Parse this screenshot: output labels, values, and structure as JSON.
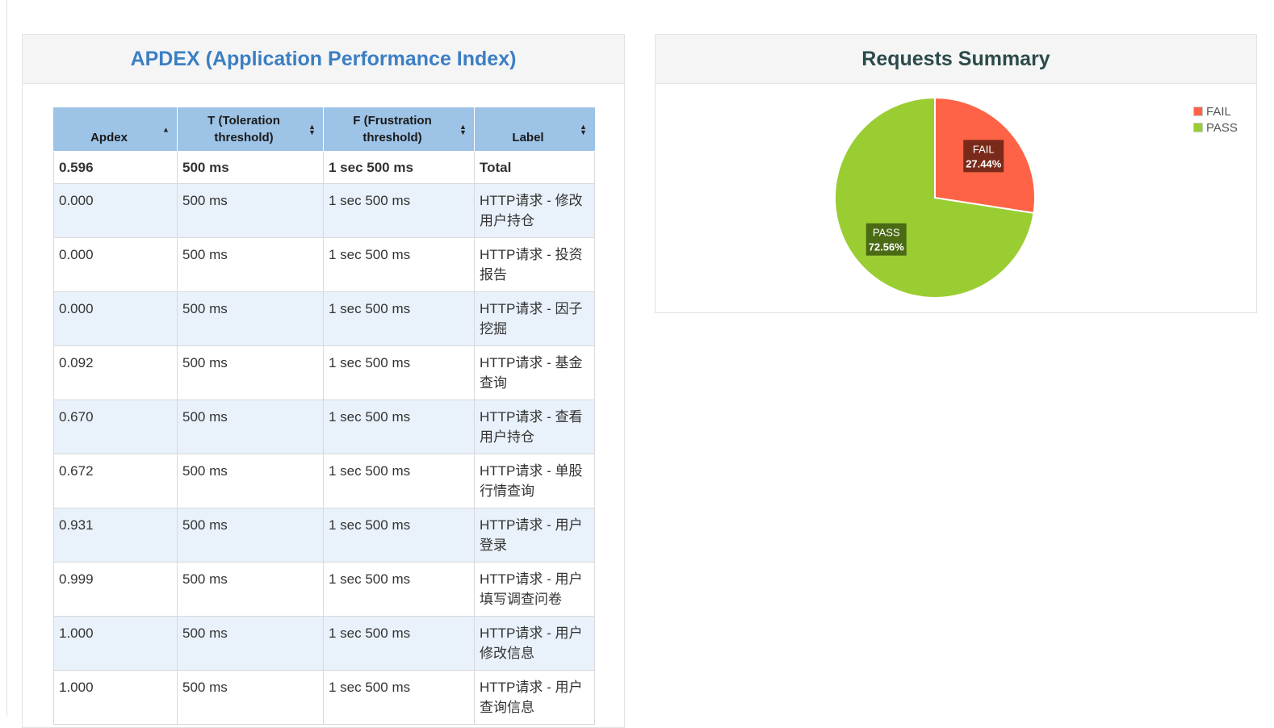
{
  "apdex": {
    "title": "APDEX (Application Performance Index)",
    "columns": [
      {
        "label": "Apdex",
        "sort": "asc"
      },
      {
        "label": "T (Toleration threshold)",
        "sort": "both"
      },
      {
        "label": "F (Frustration threshold)",
        "sort": "both"
      },
      {
        "label": "Label",
        "sort": "both"
      }
    ],
    "total": {
      "apdex": "0.596",
      "t": "500 ms",
      "f": "1 sec 500 ms",
      "label": "Total"
    },
    "rows": [
      {
        "apdex": "0.000",
        "t": "500 ms",
        "f": "1 sec 500 ms",
        "label": "HTTP请求 - 修改用户持仓"
      },
      {
        "apdex": "0.000",
        "t": "500 ms",
        "f": "1 sec 500 ms",
        "label": "HTTP请求 - 投资报告"
      },
      {
        "apdex": "0.000",
        "t": "500 ms",
        "f": "1 sec 500 ms",
        "label": "HTTP请求 - 因子挖掘"
      },
      {
        "apdex": "0.092",
        "t": "500 ms",
        "f": "1 sec 500 ms",
        "label": "HTTP请求 - 基金查询"
      },
      {
        "apdex": "0.670",
        "t": "500 ms",
        "f": "1 sec 500 ms",
        "label": "HTTP请求 - 查看用户持仓"
      },
      {
        "apdex": "0.672",
        "t": "500 ms",
        "f": "1 sec 500 ms",
        "label": "HTTP请求 - 单股行情查询"
      },
      {
        "apdex": "0.931",
        "t": "500 ms",
        "f": "1 sec 500 ms",
        "label": "HTTP请求 - 用户登录"
      },
      {
        "apdex": "0.999",
        "t": "500 ms",
        "f": "1 sec 500 ms",
        "label": "HTTP请求 - 用户填写调查问卷"
      },
      {
        "apdex": "1.000",
        "t": "500 ms",
        "f": "1 sec 500 ms",
        "label": "HTTP请求 - 用户修改信息"
      },
      {
        "apdex": "1.000",
        "t": "500 ms",
        "f": "1 sec 500 ms",
        "label": "HTTP请求 - 用户查询信息"
      }
    ]
  },
  "summary": {
    "title": "Requests Summary"
  },
  "chart_data": {
    "type": "pie",
    "categories": [
      "FAIL",
      "PASS"
    ],
    "values": [
      27.44,
      72.56
    ],
    "value_labels": [
      "27.44%",
      "72.56%"
    ],
    "colors": [
      "#ff6347",
      "#9acd32"
    ],
    "label_box_colors": [
      "#7a2a1a",
      "#4a6a14"
    ],
    "legend": {
      "placement": "top-right",
      "entries": [
        "FAIL",
        "PASS"
      ]
    },
    "start": "top, clockwise"
  }
}
